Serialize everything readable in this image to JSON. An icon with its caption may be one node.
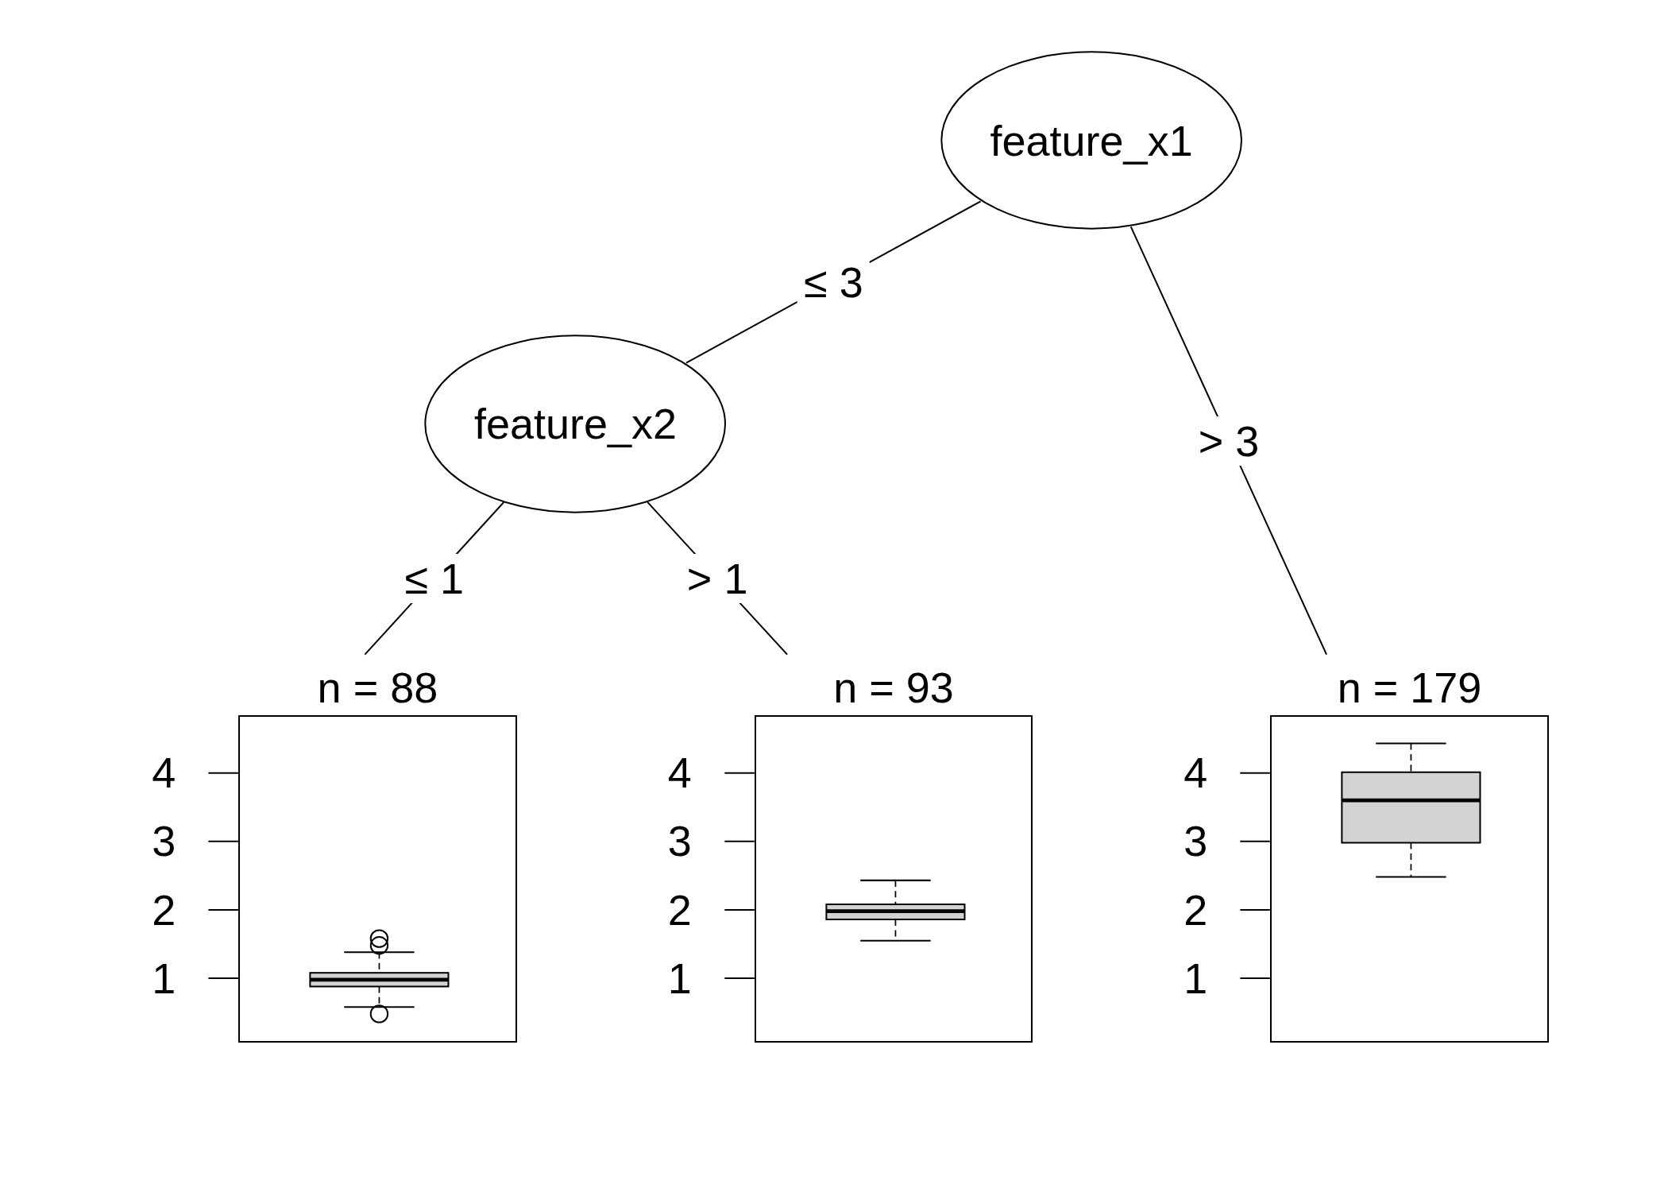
{
  "diagram": {
    "nodes": [
      {
        "text": [
          "feature_x1"
        ]
      },
      {
        "text": [
          "feature_x2"
        ]
      },
      {
        "text": [
          "n = 88"
        ]
      },
      {
        "text": [
          "n = 93"
        ]
      },
      {
        "text": [
          "n = 179"
        ]
      }
    ],
    "edges": [
      {
        "from": 0,
        "to": 1,
        "arrow": "none",
        "label": "≤ 3"
      },
      {
        "from": 0,
        "to": 4,
        "arrow": "none",
        "label": "> 3"
      },
      {
        "from": 1,
        "to": 2,
        "arrow": "none",
        "label": "≤ 1"
      },
      {
        "from": 1,
        "to": 3,
        "arrow": "none",
        "label": "> 1"
      }
    ],
    "labels": [
      "4",
      "3",
      "2",
      "1",
      "4",
      "3",
      "2",
      "1",
      "4",
      "3",
      "2",
      "1"
    ]
  }
}
